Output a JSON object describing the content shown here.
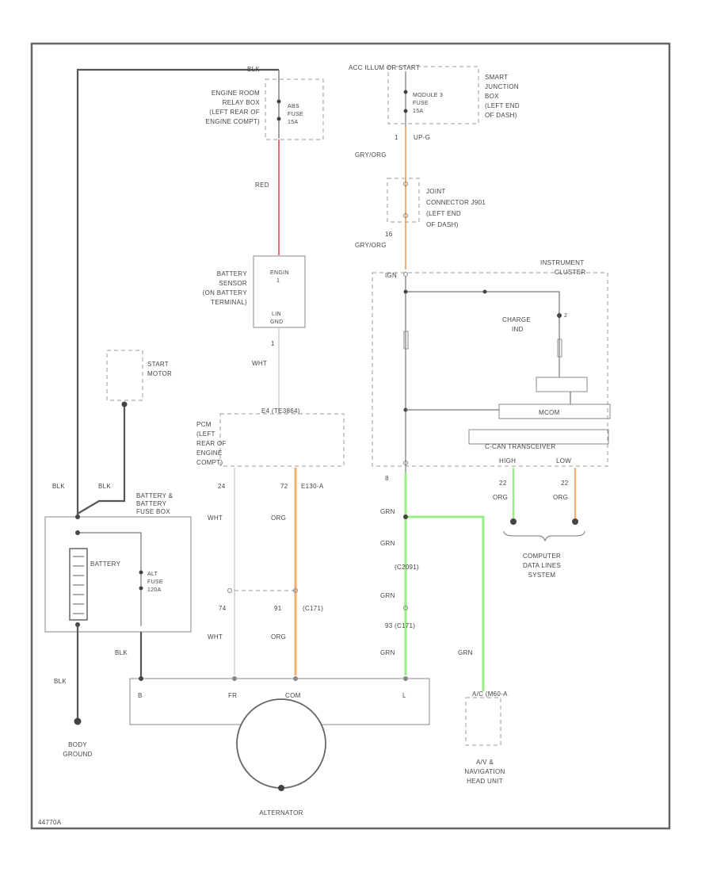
{
  "colors": {
    "red": "#f07070",
    "orange": "#f7ad6e",
    "green": "#98ef85",
    "black": "#555555",
    "gray": "#8a8a8a",
    "light": "#cfcfcf"
  },
  "labels": {
    "blk_top": "BLK",
    "engine_room_relay": [
      "ENGINE ROOM",
      "RELAY BOX",
      "(LEFT REAR OF",
      "ENGINE COMPT)"
    ],
    "abs_fuse": [
      "ABS",
      "FUSE",
      "15A"
    ],
    "red": "RED",
    "battery_sensor": [
      "BATTERY",
      "SENSOR",
      "(ON BATTERY",
      "TERMINAL)"
    ],
    "sensor_top": [
      "ENGIN",
      "1"
    ],
    "sensor_bottom": [
      "LIN",
      "GND"
    ],
    "pin_1": "1",
    "wht_1": "WHT",
    "connector_e": "E4 (TE3864)",
    "pcm": [
      "PCM",
      "(LEFT",
      "REAR OF",
      "ENGINE",
      "COMPT)"
    ],
    "pin_24": "24",
    "pin_72": "72",
    "connector_e2": "E130-A",
    "start_motor": [
      "START",
      "MOTOR"
    ],
    "blk_a": "BLK",
    "blk_b": "BLK",
    "battery_fuse_box": [
      "BATTERY &",
      "BATTERY",
      "FUSE BOX"
    ],
    "battery": "BATTERY",
    "alt_fuse": [
      "ALT",
      "FUSE",
      "120A"
    ],
    "wht_2": "WHT",
    "org_1": "ORG",
    "pin_74": "74",
    "pin_91": "91",
    "connector_c1": "(C171)",
    "wht_3": "WHT",
    "org_2": "ORG",
    "blk_c": "BLK",
    "blk_d": "BLK",
    "body_ground": [
      "BODY",
      "GROUND"
    ],
    "alt_b": "B",
    "alt_fr": "FR",
    "alt_com": "COM",
    "alt_l": "L",
    "alternator": "ALTERNATOR",
    "acc_ign": "ACC ILLUM OR START",
    "smart_junction": [
      "SMART",
      "JUNCTION",
      "BOX",
      "(LEFT END",
      "OF DASH)"
    ],
    "module_fuse": [
      "MODULE 3",
      "FUSE",
      "15A"
    ],
    "pin_1b": "1",
    "connector_up": "UP-G",
    "gry_org_1": "GRY/ORG",
    "joint_connector": [
      "JOINT",
      "CONNECTOR J901",
      "(LEFT END",
      "OF DASH)"
    ],
    "pin_16": "16",
    "gry_org_2": "GRY/ORG",
    "instrument_cluster": [
      "INSTRUMENT",
      "CLUSTER"
    ],
    "ign_org": "IGN",
    "charge_ind": [
      "CHARGE",
      "IND"
    ],
    "ind_pin": "2",
    "mcu_label": "MCOM",
    "can_transceiver": "C-CAN TRANSCEIVER",
    "can_high": "HIGH",
    "can_low": "LOW",
    "pin_8": "8",
    "pin_22a": "22",
    "pin_22b": "22",
    "org_can_h": "ORG",
    "org_can_l": "ORG",
    "grn_1": "GRN",
    "grn_2": "GRN",
    "connector_c2": "(C2091)",
    "grn_3": "GRN",
    "connector_c3": "93 (C171)",
    "grn_4": "GRN",
    "grn_5": "GRN",
    "computer_data": [
      "COMPUTER",
      "DATA LINES",
      "SYSTEM"
    ],
    "connector_a": "A/C (M60-A",
    "av_nav": [
      "A/V &",
      "NAVIGATION",
      "HEAD UNIT"
    ],
    "bottom_code": "44770A"
  }
}
